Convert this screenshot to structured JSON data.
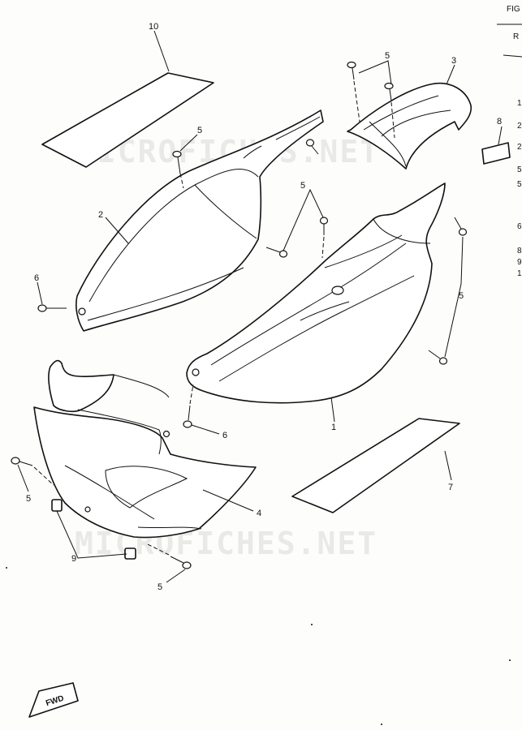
{
  "header": {
    "fig_fragment": "FIG",
    "rev_fragment": "R"
  },
  "watermark": "MICROFICHES.NET",
  "fwd_marker": "FWD",
  "callouts": {
    "c1": "1",
    "c2": "2",
    "c3": "3",
    "c4": "4",
    "c5_top": "5",
    "c5_upper_left": "5",
    "c5_middle": "5",
    "c5_right": "5",
    "c5_left": "5",
    "c5_bottom": "5",
    "c6_left": "6",
    "c6_middle": "6",
    "c7": "7",
    "c8": "8",
    "c9": "9",
    "c10": "10"
  },
  "right_edge_marks": [
    "1",
    "2",
    "2",
    "5",
    "5",
    "6",
    "8",
    "9",
    "1"
  ]
}
